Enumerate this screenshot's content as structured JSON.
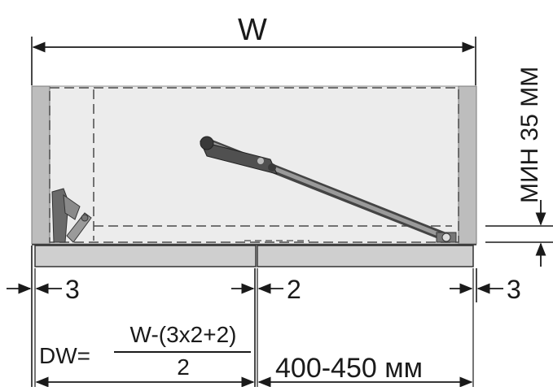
{
  "labels": {
    "width": "W",
    "min_gap": "МИН 35 ММ",
    "gap_left": "3",
    "gap_middle": "2",
    "gap_right": "3",
    "dw": "DW=",
    "formula_numerator": "W-(3x2+2)",
    "formula_denominator": "2",
    "depth": "400-450 мм"
  },
  "colors": {
    "line": "#1a1a1a",
    "cabinet_side": "#bdbdbd",
    "cabinet_interior": "#ececec",
    "door": "#cfcfcf",
    "hardware": "#555555"
  }
}
